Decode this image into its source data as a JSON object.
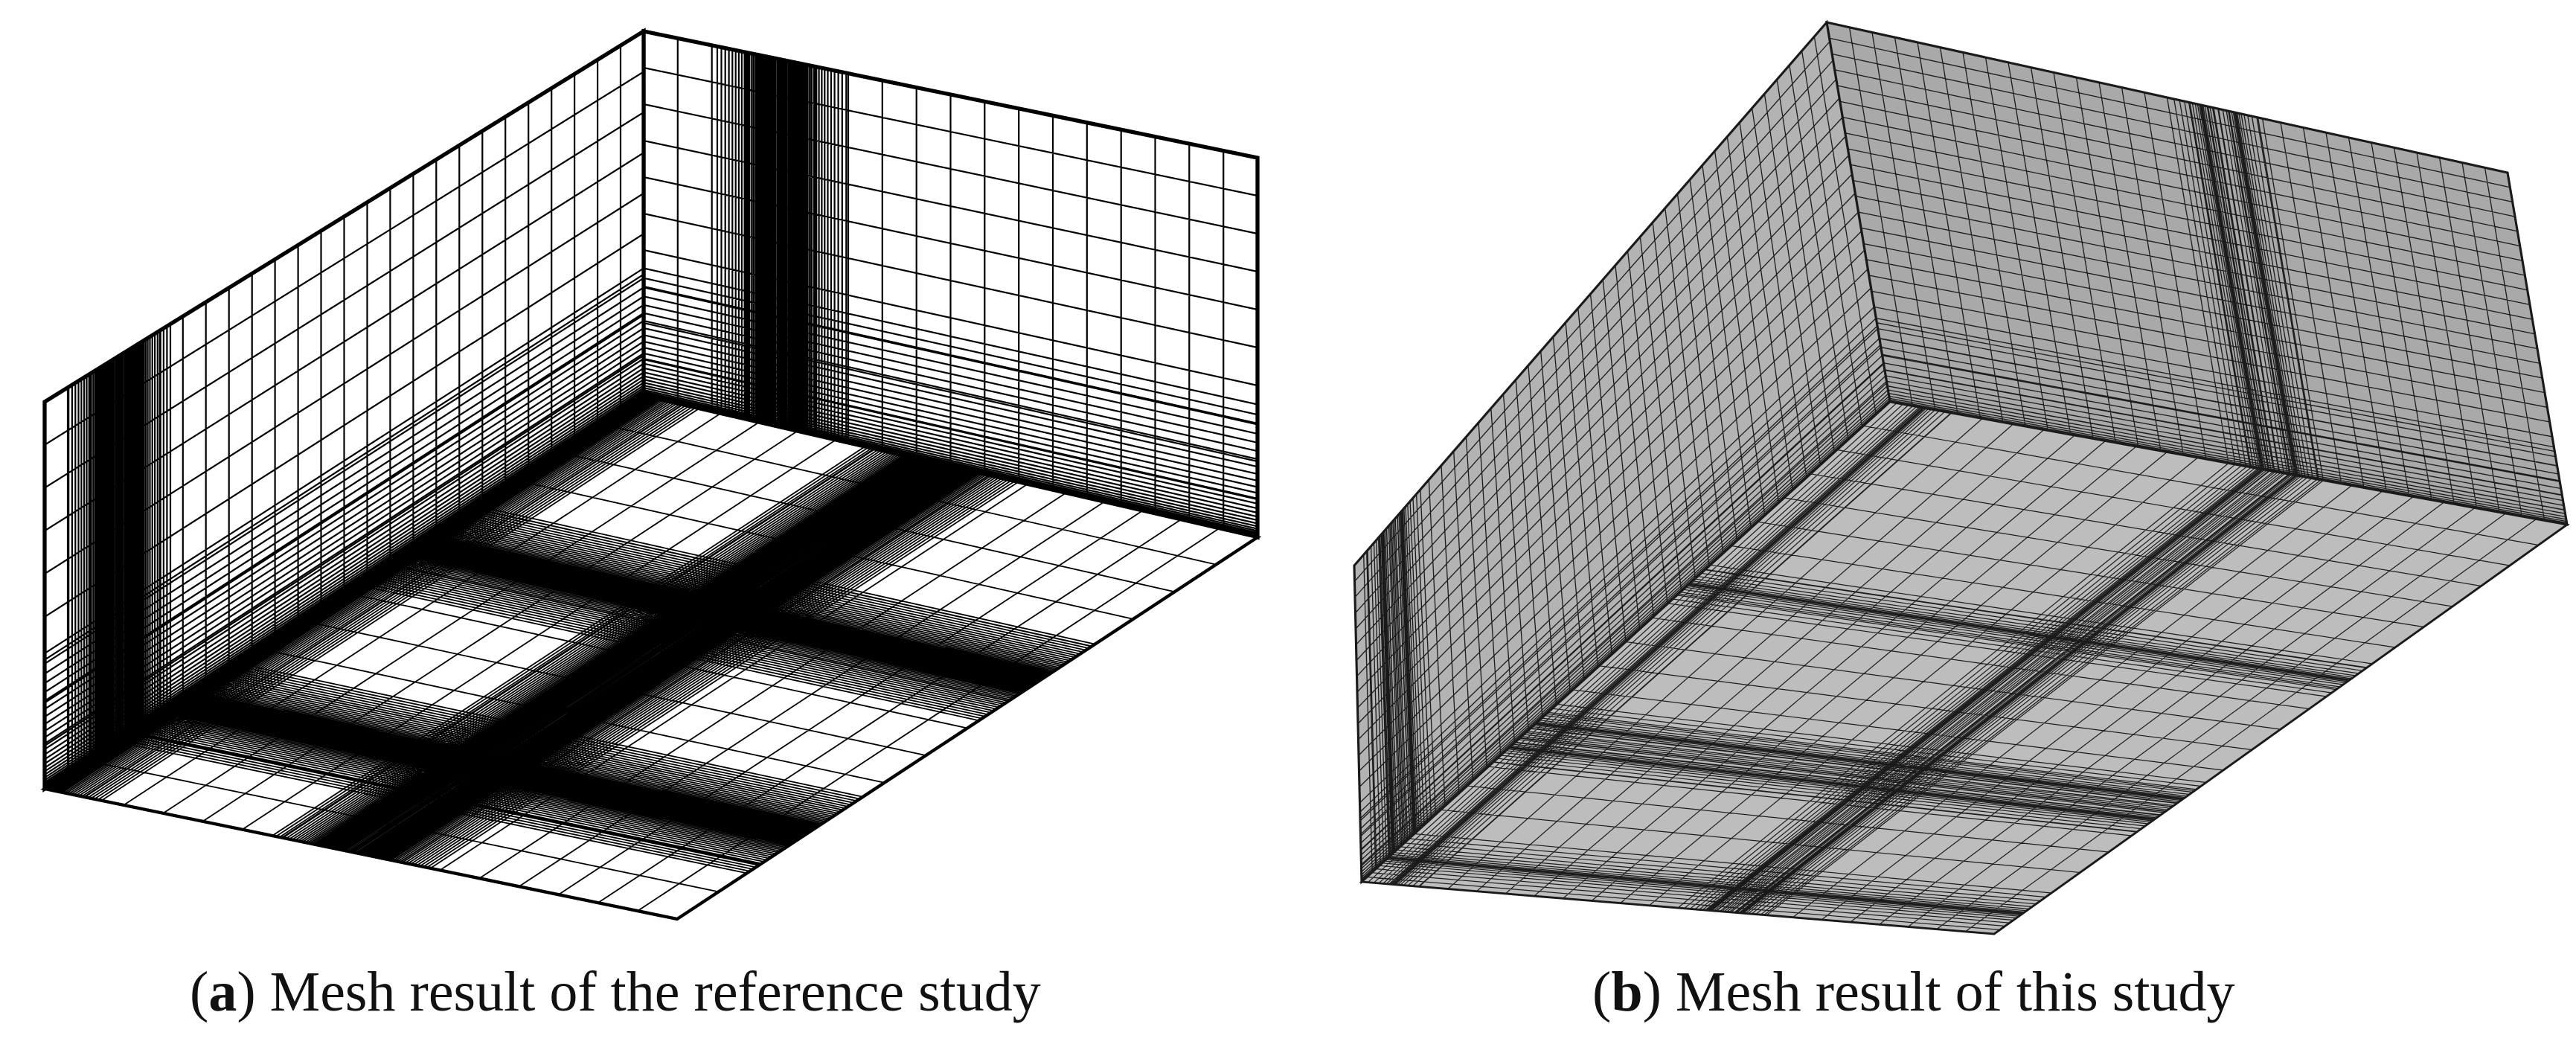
{
  "panels": [
    {
      "id": "a",
      "letter": "a",
      "caption": "Mesh result of the reference study",
      "line_color": "#000000",
      "fill_top": "#ffffff",
      "fill_front": "#ffffff",
      "fill_side": "#ffffff"
    },
    {
      "id": "b",
      "letter": "b",
      "caption": "Mesh result of this study",
      "line_color": "#1a1a1a",
      "fill_top": "#bdbdbd",
      "fill_front": "#b3b3b3",
      "fill_side": "#a9a9a9"
    }
  ]
}
